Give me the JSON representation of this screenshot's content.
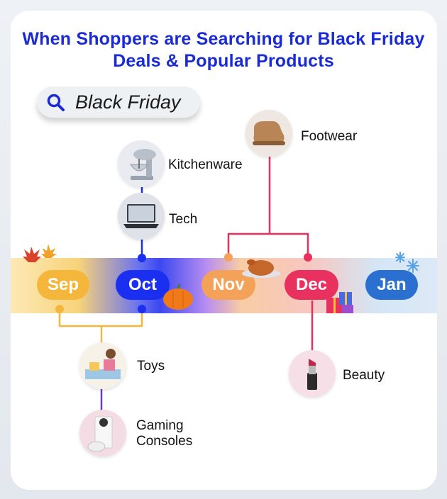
{
  "title": "When Shoppers are Searching for Black Friday Deals & Popular Products",
  "search": {
    "query": "Black Friday",
    "icon": "search-icon"
  },
  "months": [
    {
      "label": "Sep",
      "color": "#f4b73c"
    },
    {
      "label": "Oct",
      "color": "#1b2ff0"
    },
    {
      "label": "Nov",
      "color": "#f4a259"
    },
    {
      "label": "Dec",
      "color": "#e8315e"
    },
    {
      "label": "Jan",
      "color": "#2b6fd0"
    }
  ],
  "products": {
    "kitchenware": "Kitchenware",
    "tech": "Tech",
    "footwear": "Footwear",
    "toys": "Toys",
    "gaming": "Gaming Consoles",
    "beauty": "Beauty"
  },
  "decorations": [
    "maple-leaf-icon",
    "pumpkin-icon",
    "turkey-icon",
    "gift-icon",
    "snowflake-icon"
  ]
}
